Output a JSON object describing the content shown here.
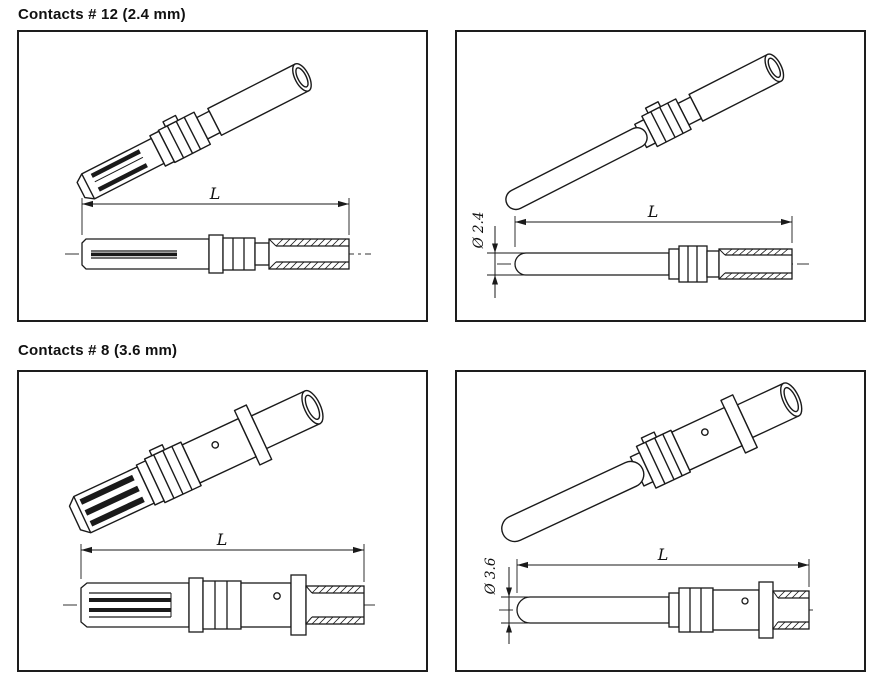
{
  "style": {
    "ink": "#1a1a1a",
    "background": "#ffffff"
  },
  "sections": [
    {
      "title": "Contacts # 12 (2.4 mm)",
      "panels": [
        {
          "dim_length": "L"
        },
        {
          "dim_length": "L",
          "dim_diameter": "Ø 2.4"
        }
      ]
    },
    {
      "title": "Contacts # 8 (3.6 mm)",
      "panels": [
        {
          "dim_length": "L"
        },
        {
          "dim_length": "L",
          "dim_diameter": "Ø 3.6"
        }
      ]
    }
  ]
}
